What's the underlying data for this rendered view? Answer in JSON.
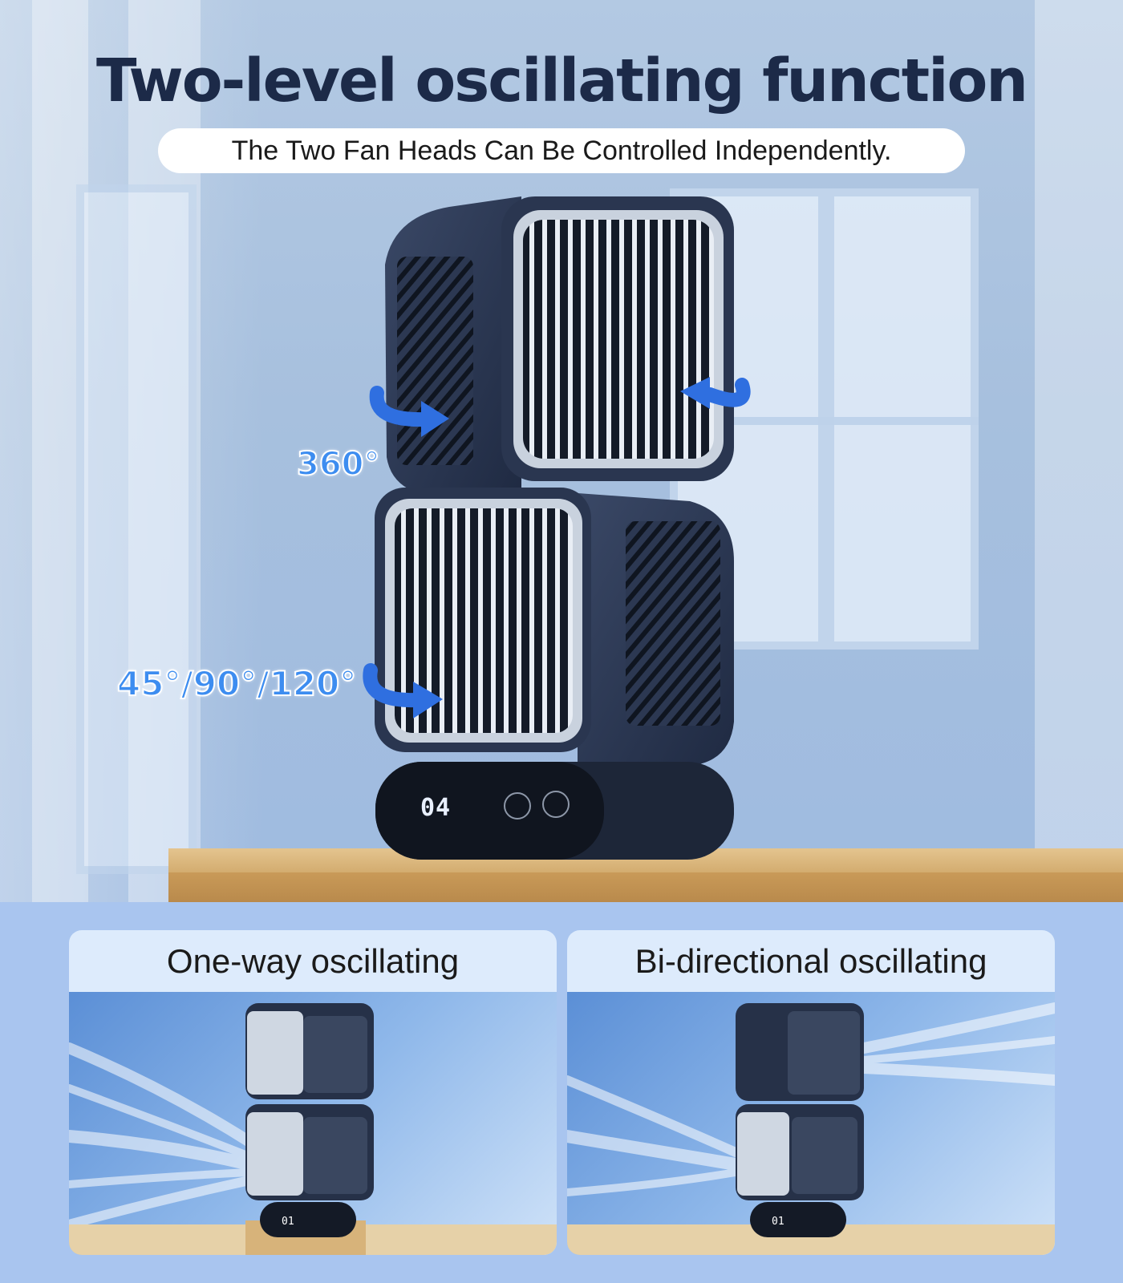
{
  "header": {
    "title": "Two-level oscillating function",
    "subtitle": "The Two Fan Heads Can Be Controlled Independently."
  },
  "hero": {
    "top_head_angle": "360°",
    "bottom_head_angle": "45°/90°/120°",
    "display_reading": "04"
  },
  "panels": [
    {
      "title": "One-way oscillating",
      "display_reading": "01"
    },
    {
      "title": "Bi-directional oscillating",
      "display_reading": "01"
    }
  ],
  "colors": {
    "title": "#1c2a48",
    "angle_label": "#3d8df0",
    "arrow": "#2f6fe0",
    "fan_body": "#2a3650",
    "panel_bg": "#ddebfc",
    "page_bg": "#a9c5ef"
  }
}
